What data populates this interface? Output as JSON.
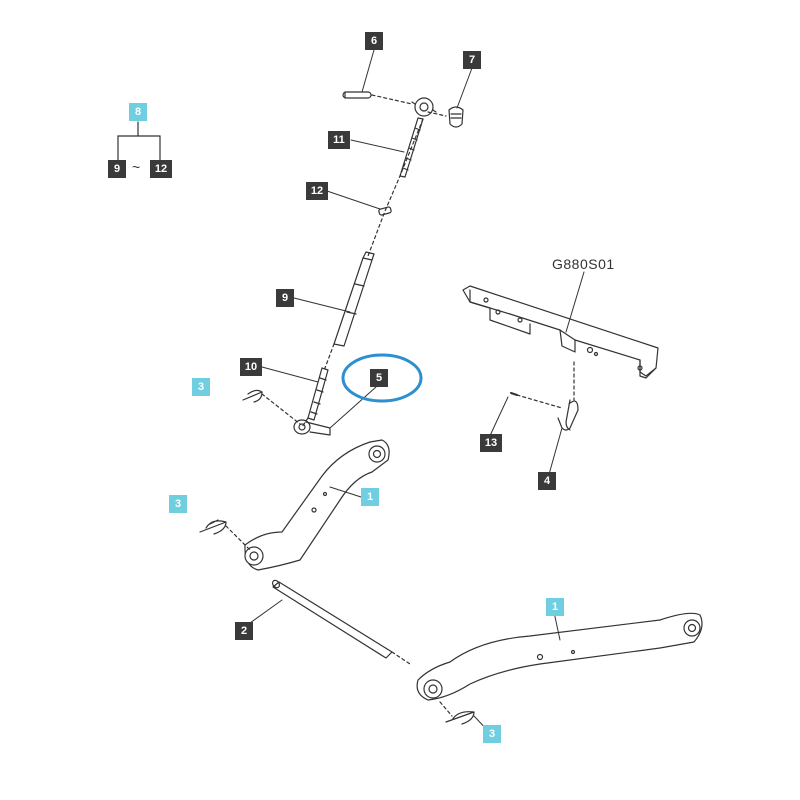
{
  "diagram": {
    "assembly_code": "G880S01",
    "group_label": {
      "number": "8",
      "range_from": "9",
      "range_sep": "~",
      "range_to": "12"
    },
    "callouts": {
      "c6": "6",
      "c7": "7",
      "c11": "11",
      "c12": "12",
      "c9": "9",
      "c10": "10",
      "c5": "5",
      "c3a": "3",
      "c3b": "3",
      "c3c": "3",
      "c1a": "1",
      "c1b": "1",
      "c2": "2",
      "c13": "13",
      "c4": "4"
    },
    "colors": {
      "dark_callout": "#3a3a3a",
      "kit_callout": "#6fcfe0",
      "highlight_ring": "#2b8fd0"
    }
  }
}
